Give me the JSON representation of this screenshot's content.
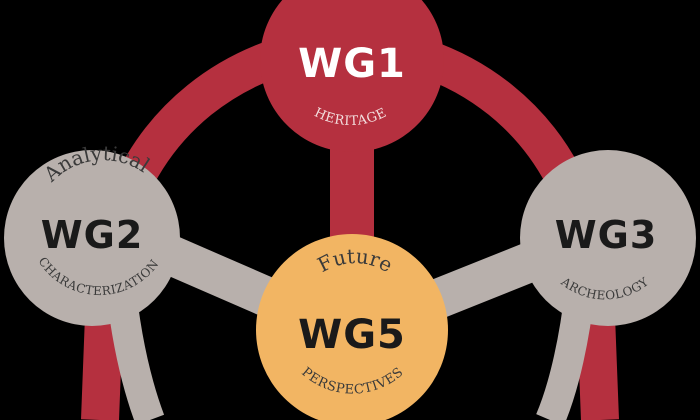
{
  "colors": {
    "background": "#000000",
    "red": "#b5303f",
    "gray": "#b8b0ac",
    "orange": "#f2b563",
    "dark_text": "#1a1a1a",
    "light_text": "#ffffff",
    "gray_text": "#3a3a3a"
  },
  "nodes": {
    "wg1": {
      "title": "WG1",
      "bottom": "HERITAGE"
    },
    "wg2": {
      "title": "WG2",
      "top": "Analytical",
      "bottom": "CHARACTERIZATION"
    },
    "wg3": {
      "title": "WG3",
      "bottom": "ARCHEOLOGY"
    },
    "wg5": {
      "title": "WG5",
      "top": "Future",
      "bottom": "PERSPECTIVES"
    }
  }
}
